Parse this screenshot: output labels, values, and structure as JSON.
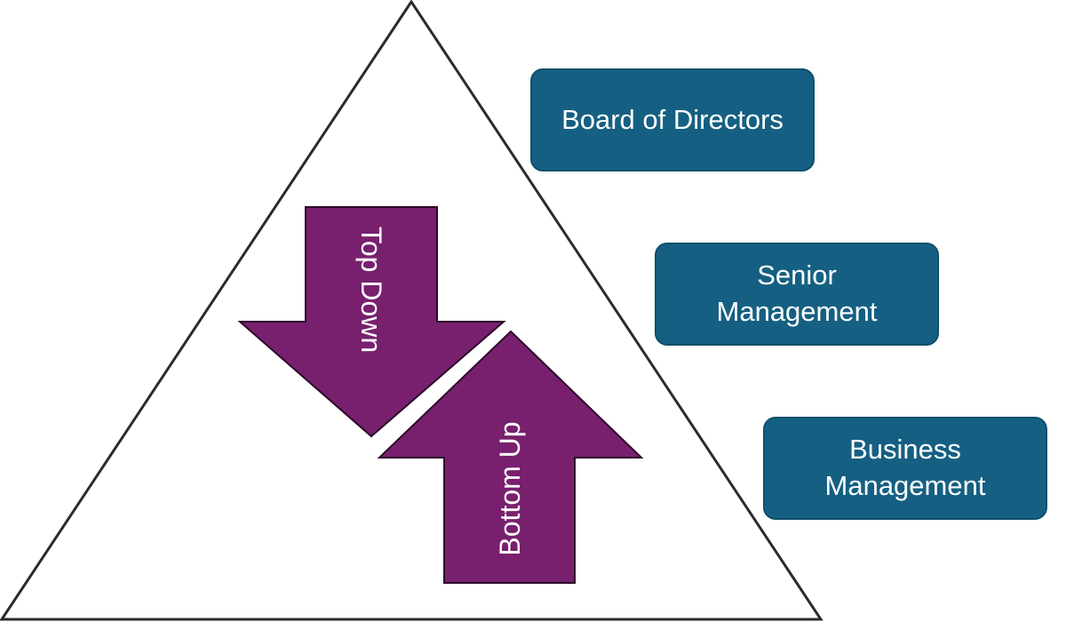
{
  "diagram": {
    "arrows": {
      "top_down": {
        "label": "Top Down"
      },
      "bottom_up": {
        "label": "Bottom Up"
      }
    },
    "levels": [
      {
        "label": "Board of Directors"
      },
      {
        "label": "Senior\nManagement"
      },
      {
        "label": "Business\nManagement"
      }
    ]
  },
  "colors": {
    "triangle_stroke": "#2b2b2b",
    "arrow_fill": "#78206e",
    "arrow_stroke": "#2e0a2b",
    "box_fill": "#156082",
    "box_stroke": "#0e4f6a",
    "text": "#ffffff"
  }
}
